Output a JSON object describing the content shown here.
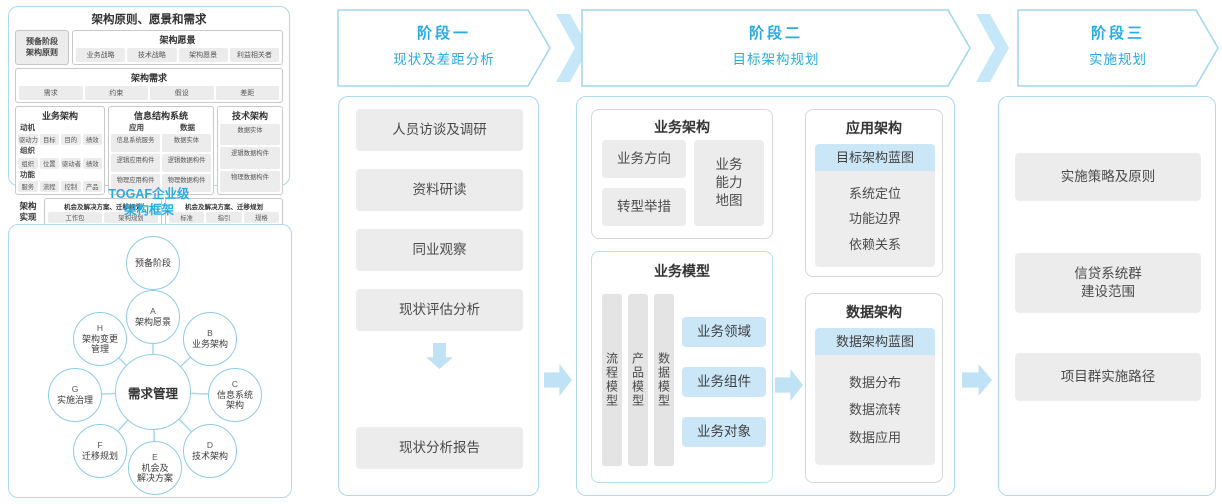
{
  "colors": {
    "accent": "#29abe2",
    "panel_border": "#aed9f0",
    "gray_box": "#ececec",
    "blue_box": "#cbe7f7",
    "arrow_fill": "#bfe3f5"
  },
  "header": {
    "phases": [
      {
        "title": "阶段一",
        "subtitle": "现状及差距分析"
      },
      {
        "title": "阶段二",
        "subtitle": "目标架构规划"
      },
      {
        "title": "阶段三",
        "subtitle": "实施规划"
      }
    ]
  },
  "togaf": {
    "caption_line1": "TOGAF企业级",
    "caption_line2": "架构框架",
    "principles": {
      "title": "架构原则、愿景和需求",
      "prep": "预备阶段\n架构原则",
      "vision": {
        "title": "架构愿景",
        "items": [
          "业务战略",
          "技术战略",
          "架构愿景",
          "利益相关者"
        ]
      },
      "requirements": {
        "title": "架构需求",
        "items": [
          "需求",
          "约束",
          "假设",
          "差距"
        ]
      },
      "business": {
        "title": "业务架构",
        "groups": [
          {
            "label": "动机",
            "items": [
              "驱动力",
              "目标",
              "目的",
              "绩效"
            ]
          },
          {
            "label": "组织",
            "items": [
              "组织",
              "位置",
              "驱动者",
              "绩效"
            ]
          },
          {
            "label": "功能",
            "items": [
              "服务",
              "流程",
              "控制",
              "产品"
            ]
          }
        ]
      },
      "info_system": {
        "title": "信息结构系统",
        "app": {
          "label": "应用",
          "items": [
            "信息系统服务",
            "逻辑应用构件",
            "物理应用构件"
          ]
        },
        "data": {
          "label": "数据",
          "items": [
            "数据实体",
            "逻辑数据构件",
            "物理数据构件"
          ]
        }
      },
      "tech": {
        "title": "技术架构",
        "items": [
          "数据实体",
          "逻辑数据构件",
          "物理数据构件"
        ]
      },
      "realization": {
        "label": "架构\n实现",
        "box1": {
          "title": "机会及解决方案、迁移规划",
          "items": [
            "工作包",
            "架构规划"
          ]
        },
        "box2": {
          "title": "机会及解决方案、迁移规划",
          "items": [
            "标准",
            "指引",
            "规格"
          ]
        }
      }
    },
    "adm": {
      "center": "需求管理",
      "nodes": [
        {
          "letter": "",
          "label": "预备阶段"
        },
        {
          "letter": "A",
          "label": "架构愿景"
        },
        {
          "letter": "B",
          "label": "业务架构"
        },
        {
          "letter": "C",
          "label": "信息系统\n架构"
        },
        {
          "letter": "D",
          "label": "技术架构"
        },
        {
          "letter": "E",
          "label": "机会及\n解决方案"
        },
        {
          "letter": "F",
          "label": "迁移规划"
        },
        {
          "letter": "G",
          "label": "实施治理"
        },
        {
          "letter": "H",
          "label": "架构变更\n管理"
        }
      ]
    }
  },
  "phase1": {
    "steps": [
      "人员访谈及调研",
      "资料研读",
      "同业观察",
      "现状评估分析"
    ],
    "result": "现状分析报告"
  },
  "phase2": {
    "business": {
      "title": "业务架构",
      "direction": "业务方向",
      "capability": "业务\n能力\n地图",
      "transform": "转型举措"
    },
    "model": {
      "title": "业务模型",
      "bars": [
        "流程模型",
        "产品模型",
        "数据模型"
      ],
      "items": [
        "业务领域",
        "业务组件",
        "业务对象"
      ]
    },
    "application": {
      "title": "应用架构",
      "blueprint": "目标架构蓝图",
      "items": [
        "系统定位",
        "功能边界",
        "依赖关系"
      ]
    },
    "data": {
      "title": "数据架构",
      "blueprint": "数据架构蓝图",
      "items": [
        "数据分布",
        "数据流转",
        "数据应用"
      ]
    }
  },
  "phase3": {
    "items": [
      "实施策略及原则",
      "信贷系统群\n建设范围",
      "项目群实施路径"
    ]
  }
}
